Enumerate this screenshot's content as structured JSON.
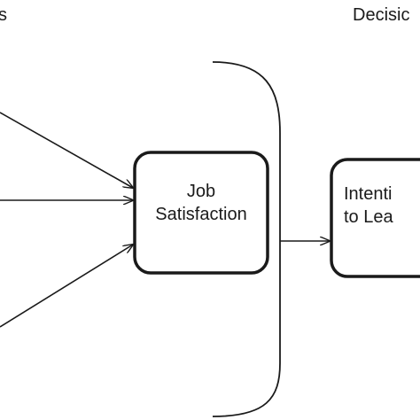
{
  "headers": {
    "left_fragment": "s",
    "right_fragment": "Decisic"
  },
  "nodes": {
    "job_satisfaction": {
      "line1": "Job",
      "line2": "Satisfaction"
    },
    "intention": {
      "line1": "Intenti",
      "line2": "to Lea"
    }
  },
  "colors": {
    "stroke": "#1a1a1a",
    "background": "#ffffff"
  }
}
